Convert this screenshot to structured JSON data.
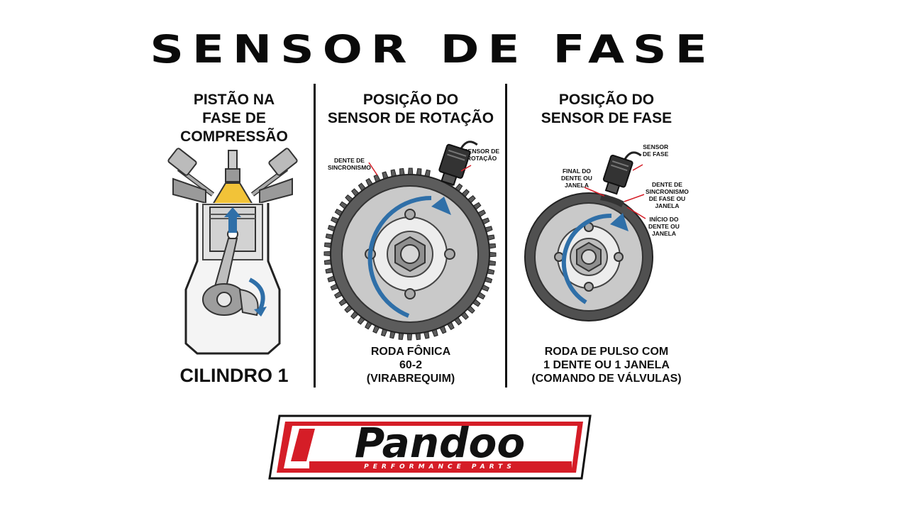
{
  "title": "SENSOR DE FASE",
  "panels": [
    {
      "heading": [
        "PISTÃO NA",
        "FASE DE",
        "COMPRESSÃO"
      ],
      "footer": [
        "CILINDRO 1"
      ]
    },
    {
      "heading": [
        "POSIÇÃO DO",
        "SENSOR DE ROTAÇÃO"
      ],
      "callouts": {
        "sync_tooth": [
          "DENTE DE",
          "SINCRONISMO"
        ],
        "sensor": [
          "SENSOR DE",
          "ROTAÇÃO"
        ]
      },
      "footer": [
        "RODA FÔNICA",
        "60-2",
        "(VIRABREQUIM)"
      ]
    },
    {
      "heading": [
        "POSIÇÃO DO",
        "SENSOR DE FASE"
      ],
      "callouts": {
        "sensor": [
          "SENSOR",
          "DE FASE"
        ],
        "tooth_end": [
          "FINAL DO",
          "DENTE OU",
          "JANELA"
        ],
        "phase_sync_tooth": [
          "DENTE DE",
          "SINCRONISMO",
          "DE FASE OU",
          "JANELA"
        ],
        "tooth_start": [
          "INÍCIO DO",
          "DENTE OU",
          "JANELA"
        ]
      },
      "footer": [
        "RODA DE PULSO COM",
        "1 DENTE OU 1 JANELA",
        "(COMANDO DE VÁLVULAS)"
      ]
    }
  ],
  "logo": {
    "brand": "Pandoo",
    "tagline": "PERFORMANCE PARTS"
  },
  "colors": {
    "arrow_blue": "#2f6fa8",
    "chamber_yellow": "#f2c338",
    "logo_red": "#d51d27",
    "gear_dark": "#5c5c5c",
    "disk_light": "#c9c9c9"
  }
}
